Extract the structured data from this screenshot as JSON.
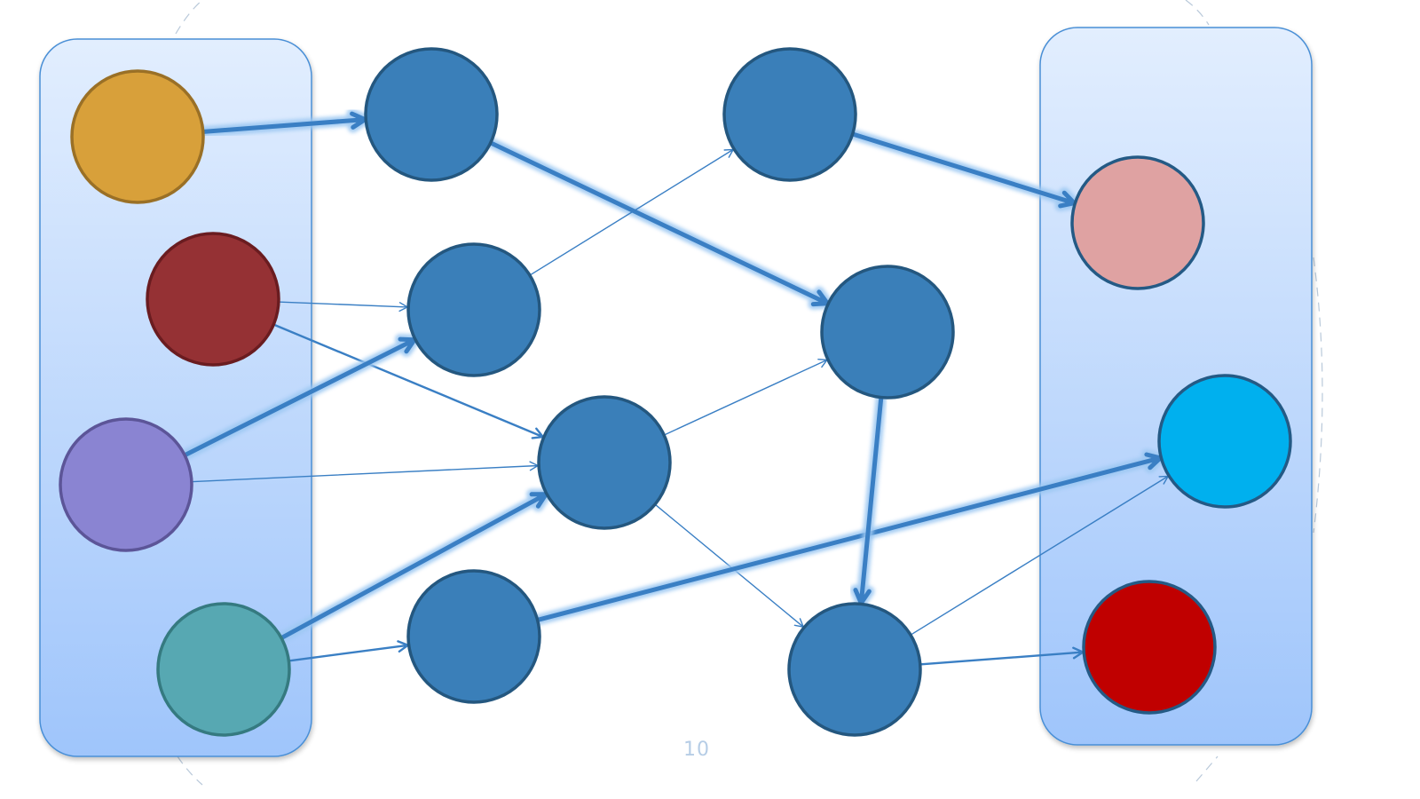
{
  "slide": {
    "page_number": "10"
  },
  "colors": {
    "panel_top": "#e2eefe",
    "panel_bottom": "#9fc5fb",
    "panel_stroke": "#4a8fd6",
    "node_fill": "#3a7fb9",
    "node_stroke": "#24577f",
    "edge": "#3a7fc4",
    "edge_glow": "#9cc8f2",
    "page_number": "#b6cde6"
  },
  "groups": [
    {
      "id": "input-group"
    },
    {
      "id": "output-group"
    }
  ],
  "nodes": [
    {
      "id": "input-gold",
      "role": "input",
      "fill": "#d8a03a",
      "stroke": "#9a7026"
    },
    {
      "id": "input-darkred",
      "role": "input",
      "fill": "#953134",
      "stroke": "#6a1c20"
    },
    {
      "id": "input-purple",
      "role": "input",
      "fill": "#8a84d2",
      "stroke": "#5c5598"
    },
    {
      "id": "input-teal",
      "role": "input",
      "fill": "#57a8b2",
      "stroke": "#357a80"
    },
    {
      "id": "hidden-a",
      "role": "hidden"
    },
    {
      "id": "hidden-b",
      "role": "hidden"
    },
    {
      "id": "hidden-c",
      "role": "hidden"
    },
    {
      "id": "hidden-d",
      "role": "hidden"
    },
    {
      "id": "hidden-e",
      "role": "hidden"
    },
    {
      "id": "hidden-f",
      "role": "hidden"
    },
    {
      "id": "hidden-g",
      "role": "hidden"
    },
    {
      "id": "output-pink",
      "role": "output",
      "fill": "#dfa2a2",
      "stroke": "#245a85"
    },
    {
      "id": "output-cyan",
      "role": "output",
      "fill": "#00b0ee",
      "stroke": "#245a85"
    },
    {
      "id": "output-red",
      "role": "output",
      "fill": "#c00000",
      "stroke": "#245a85"
    }
  ],
  "edges": [
    {
      "from": "input-gold",
      "to": "hidden-a",
      "weight": "heavy"
    },
    {
      "from": "input-darkred",
      "to": "hidden-b",
      "weight": "light"
    },
    {
      "from": "input-darkred",
      "to": "hidden-c",
      "weight": "medium"
    },
    {
      "from": "input-purple",
      "to": "hidden-b",
      "weight": "heavy"
    },
    {
      "from": "input-purple",
      "to": "hidden-c",
      "weight": "light"
    },
    {
      "from": "input-teal",
      "to": "hidden-c",
      "weight": "heavy"
    },
    {
      "from": "input-teal",
      "to": "hidden-d",
      "weight": "medium"
    },
    {
      "from": "hidden-a",
      "to": "hidden-f",
      "weight": "heavy"
    },
    {
      "from": "hidden-b",
      "to": "hidden-e",
      "weight": "light"
    },
    {
      "from": "hidden-c",
      "to": "hidden-f",
      "weight": "light"
    },
    {
      "from": "hidden-c",
      "to": "hidden-g",
      "weight": "light"
    },
    {
      "from": "hidden-d",
      "to": "output-cyan",
      "weight": "heavy"
    },
    {
      "from": "hidden-e",
      "to": "output-pink",
      "weight": "heavy"
    },
    {
      "from": "hidden-f",
      "to": "hidden-g",
      "weight": "heavy"
    },
    {
      "from": "hidden-g",
      "to": "output-cyan",
      "weight": "light"
    },
    {
      "from": "hidden-g",
      "to": "output-red",
      "weight": "medium"
    }
  ]
}
